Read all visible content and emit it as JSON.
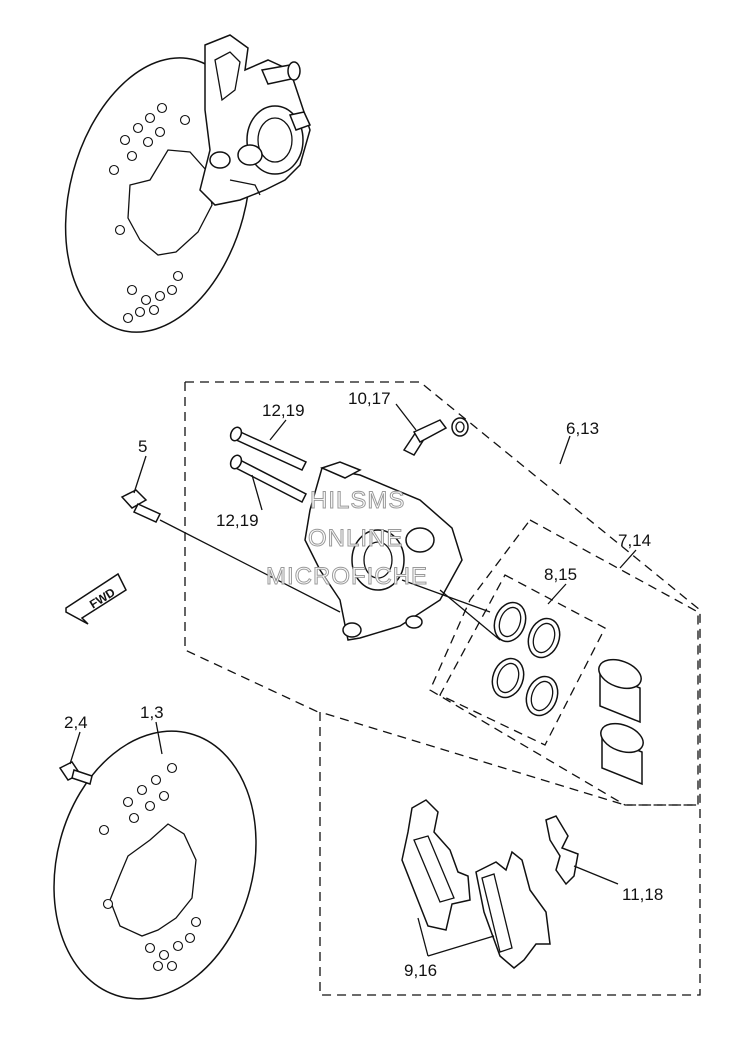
{
  "labels": {
    "l_12_19_top": "12,19",
    "l_12_19_bottom": "12,19",
    "l_10_17": "10,17",
    "l_6_13": "6,13",
    "l_5": "5",
    "l_7_14": "7,14",
    "l_8_15": "8,15",
    "l_2_4": "2,4",
    "l_1_3": "1,3",
    "l_11_18": "11,18",
    "l_9_16": "9,16"
  },
  "fwd_label": "FWD",
  "watermark": {
    "line1": "HILSMS",
    "line2": "ONLINE",
    "line3": "MICROFICHE"
  }
}
